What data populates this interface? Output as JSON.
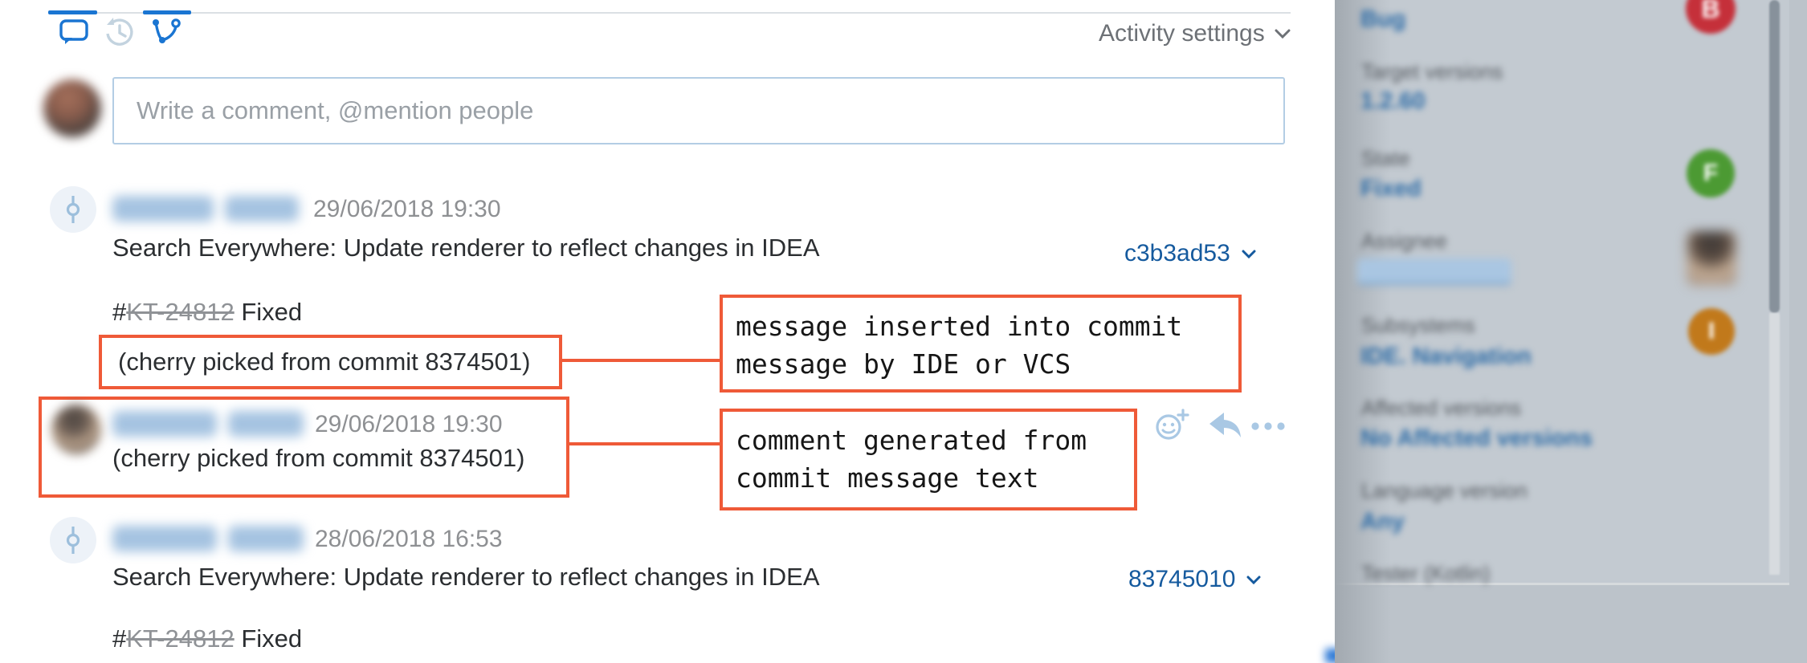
{
  "toolbar": {
    "activity_settings": "Activity settings",
    "tabs": [
      {
        "name": "comments",
        "active": true
      },
      {
        "name": "history",
        "active": false
      },
      {
        "name": "vcs-changes",
        "active": true
      }
    ]
  },
  "comment_box": {
    "placeholder": "Write a comment, @mention people"
  },
  "entries": {
    "commit1": {
      "date": "29/06/2018 19:30",
      "title": "Search Everywhere: Update renderer to reflect changes in IDEA",
      "hash": "c3b3ad53",
      "issue_prefix": "#",
      "issue_id": "KT-24812",
      "issue_status": "Fixed",
      "cherry_line": "(cherry picked from commit 8374501)"
    },
    "comment1": {
      "date": "29/06/2018 19:30",
      "text": "(cherry picked from commit 8374501)"
    },
    "commit2": {
      "date": "28/06/2018 16:53",
      "title": "Search Everywhere: Update renderer to reflect changes in IDEA",
      "hash": "83745010",
      "issue_prefix": "#",
      "issue_id": "KT-24812",
      "issue_status": "Fixed"
    }
  },
  "annotations": {
    "box1": {
      "line1": "message inserted into commit",
      "line2": "message by IDE or VCS"
    },
    "box2": {
      "line1": "comment generated from",
      "line2": "commit message text"
    }
  },
  "sidebar": {
    "type_value": "Bug",
    "type_badge_letter": "B",
    "fields": [
      {
        "label": "Target versions",
        "value": "1.2.60"
      },
      {
        "label": "State",
        "value": "Fixed",
        "badge_letter": "F"
      },
      {
        "label": "Assignee"
      },
      {
        "label": "Subsystems",
        "value": "IDE. Navigation",
        "badge_letter": "I"
      },
      {
        "label": "Affected versions",
        "value": "No Affected versions"
      },
      {
        "label": "Language version",
        "value": "Any"
      },
      {
        "label": "Tester (Kotlin)"
      }
    ]
  },
  "colors": {
    "annotation_orange": "#ef5a38",
    "link_blue": "#155a9e",
    "tab_blue": "#1a75d2",
    "badge_red": "#c5303a",
    "badge_green": "#4c9a33",
    "badge_orange": "#c1791b"
  }
}
